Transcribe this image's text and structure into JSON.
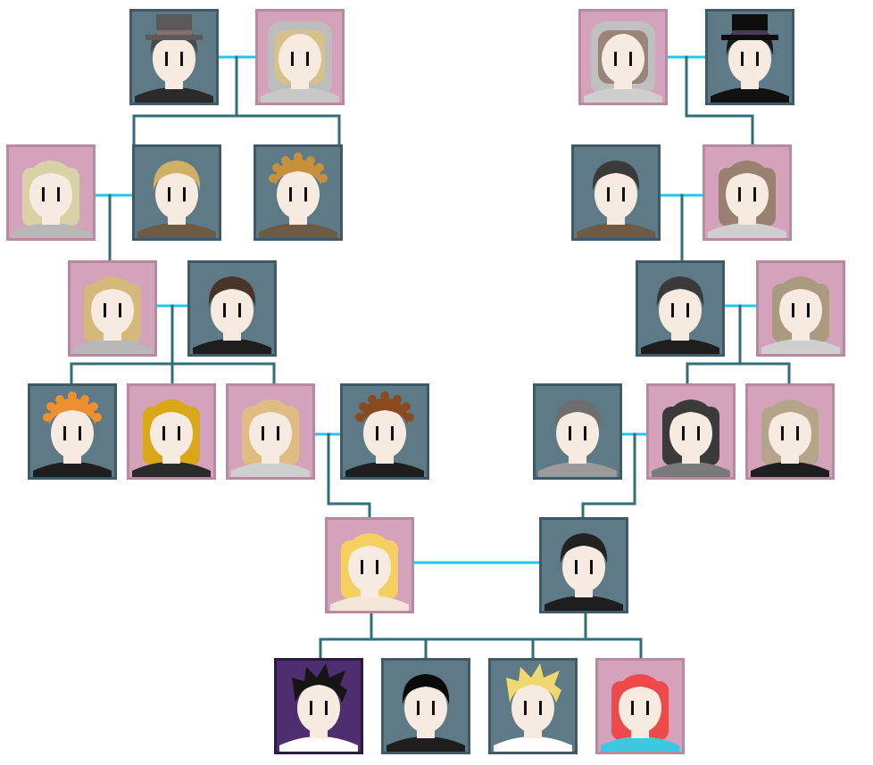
{
  "colors": {
    "male_bg": "#5d7a86",
    "male_border": "#3f5a66",
    "female_bg": "#d4a3bb",
    "female_border": "#b88aa0",
    "special_bg": "#4e2e6e",
    "special_border": "#2c1a40",
    "skin": "#f7ebe1",
    "spouse_line": "#1ec8e6",
    "descent_line": "#2f6f7a"
  },
  "people": [
    {
      "id": "gen1-left-grandfather",
      "g": "m",
      "hair": "#4a4a4a",
      "hat": "tophat-gray",
      "shirt": "#2a2a2a"
    },
    {
      "id": "gen1-left-grandmother",
      "g": "f",
      "hair": "#d6c189",
      "hood": "#bdbdbd",
      "shirt": "#c8c8c8"
    },
    {
      "id": "gen1-right-grandmother",
      "g": "f",
      "hair": "#9a8478",
      "hood": "#c0c0c0",
      "shirt": "#cfcfcf"
    },
    {
      "id": "gen1-right-grandfather",
      "g": "m",
      "hair": "#1a1a1a",
      "hat": "tophat-black",
      "shirt": "#111111"
    },
    {
      "id": "gen2-left-wife",
      "g": "f",
      "hair": "#d8d2a6",
      "shirt": "#b8b8b8"
    },
    {
      "id": "gen2-left-son",
      "g": "m",
      "hair": "#cfb064",
      "shirt": "#6d5a44"
    },
    {
      "id": "gen2-left-brother",
      "g": "m",
      "hair": "#c8903a",
      "style": "curly",
      "shirt": "#6d5a44"
    },
    {
      "id": "gen2-right-son",
      "g": "m",
      "hair": "#3a3a3a",
      "shirt": "#6d5a44"
    },
    {
      "id": "gen2-right-daughter",
      "g": "f",
      "hair": "#9a8070",
      "shirt": "#cfcfcf"
    },
    {
      "id": "gen3-left-daughter",
      "g": "f",
      "hair": "#d4b97a",
      "shirt": "#b8b8b8"
    },
    {
      "id": "gen3-left-husband",
      "g": "m",
      "hair": "#4a3428",
      "shirt": "#1e1e1e"
    },
    {
      "id": "gen3-right-son",
      "g": "m",
      "hair": "#3a3a3a",
      "shirt": "#1e1e1e"
    },
    {
      "id": "gen3-right-wife",
      "g": "f",
      "hair": "#aa9a80",
      "shirt": "#cfcfcf"
    },
    {
      "id": "gen4-left-child1",
      "g": "m",
      "hair": "#ee9030",
      "style": "curly",
      "shirt": "#1e1e1e"
    },
    {
      "id": "gen4-left-child2",
      "g": "f",
      "hair": "#d8a818",
      "shirt": "#2a2a2a"
    },
    {
      "id": "gen4-left-child3",
      "g": "f",
      "hair": "#dfbd82",
      "shirt": "#cfcfcf"
    },
    {
      "id": "gen4-left-spouse",
      "g": "m",
      "hair": "#8a4a1e",
      "style": "curly",
      "shirt": "#1e1e1e"
    },
    {
      "id": "gen4-right-spouse",
      "g": "m",
      "hair": "#6e6e6e",
      "shirt": "#9a9a9a"
    },
    {
      "id": "gen4-right-child1",
      "g": "f",
      "hair": "#3a3a3a",
      "shirt": "#7a7a7a"
    },
    {
      "id": "gen4-right-child2",
      "g": "f",
      "hair": "#b4a48a",
      "shirt": "#1e1e1e"
    },
    {
      "id": "gen5-mother",
      "g": "f",
      "hair": "#f5d060",
      "style": "long",
      "shirt": "#f3e6d8"
    },
    {
      "id": "gen5-father",
      "g": "m",
      "hair": "#222222",
      "shirt": "#1e1e1e"
    },
    {
      "id": "gen6-child1",
      "g": "s",
      "hair": "#151515",
      "style": "spiky",
      "shirt": "#ffffff"
    },
    {
      "id": "gen6-child2",
      "g": "m",
      "hair": "#0a0a0a",
      "shirt": "#1e1e1e"
    },
    {
      "id": "gen6-child3",
      "g": "m",
      "hair": "#f0d870",
      "style": "spiky",
      "shirt": "#ffffff"
    },
    {
      "id": "gen6-child4",
      "g": "f",
      "hair": "#ee4a4a",
      "shirt": "#3cc8e0"
    }
  ]
}
